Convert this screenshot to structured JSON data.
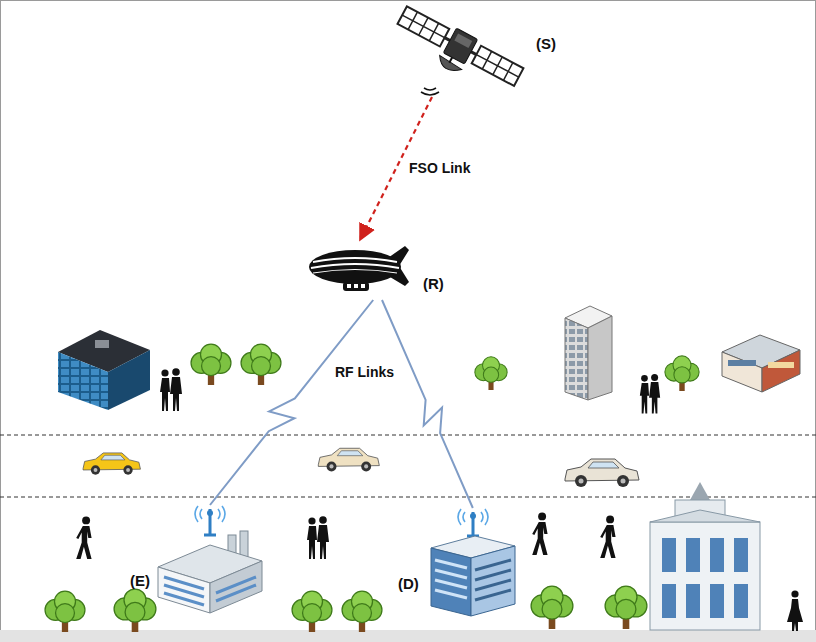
{
  "diagram": {
    "nodes": [
      {
        "text": [
          "(S)"
        ]
      },
      {
        "text": [
          "(R)"
        ]
      },
      {
        "text": [
          "(E)"
        ]
      },
      {
        "text": [
          "(D)"
        ]
      }
    ],
    "edges": [
      {
        "from": 0,
        "to": 1,
        "arrow": "to",
        "label": "FSO Link"
      },
      {
        "from": 1,
        "to": 2,
        "arrow": "none"
      },
      {
        "from": 1,
        "to": 3,
        "arrow": "none"
      }
    ],
    "labels": [
      "RF Links"
    ]
  }
}
